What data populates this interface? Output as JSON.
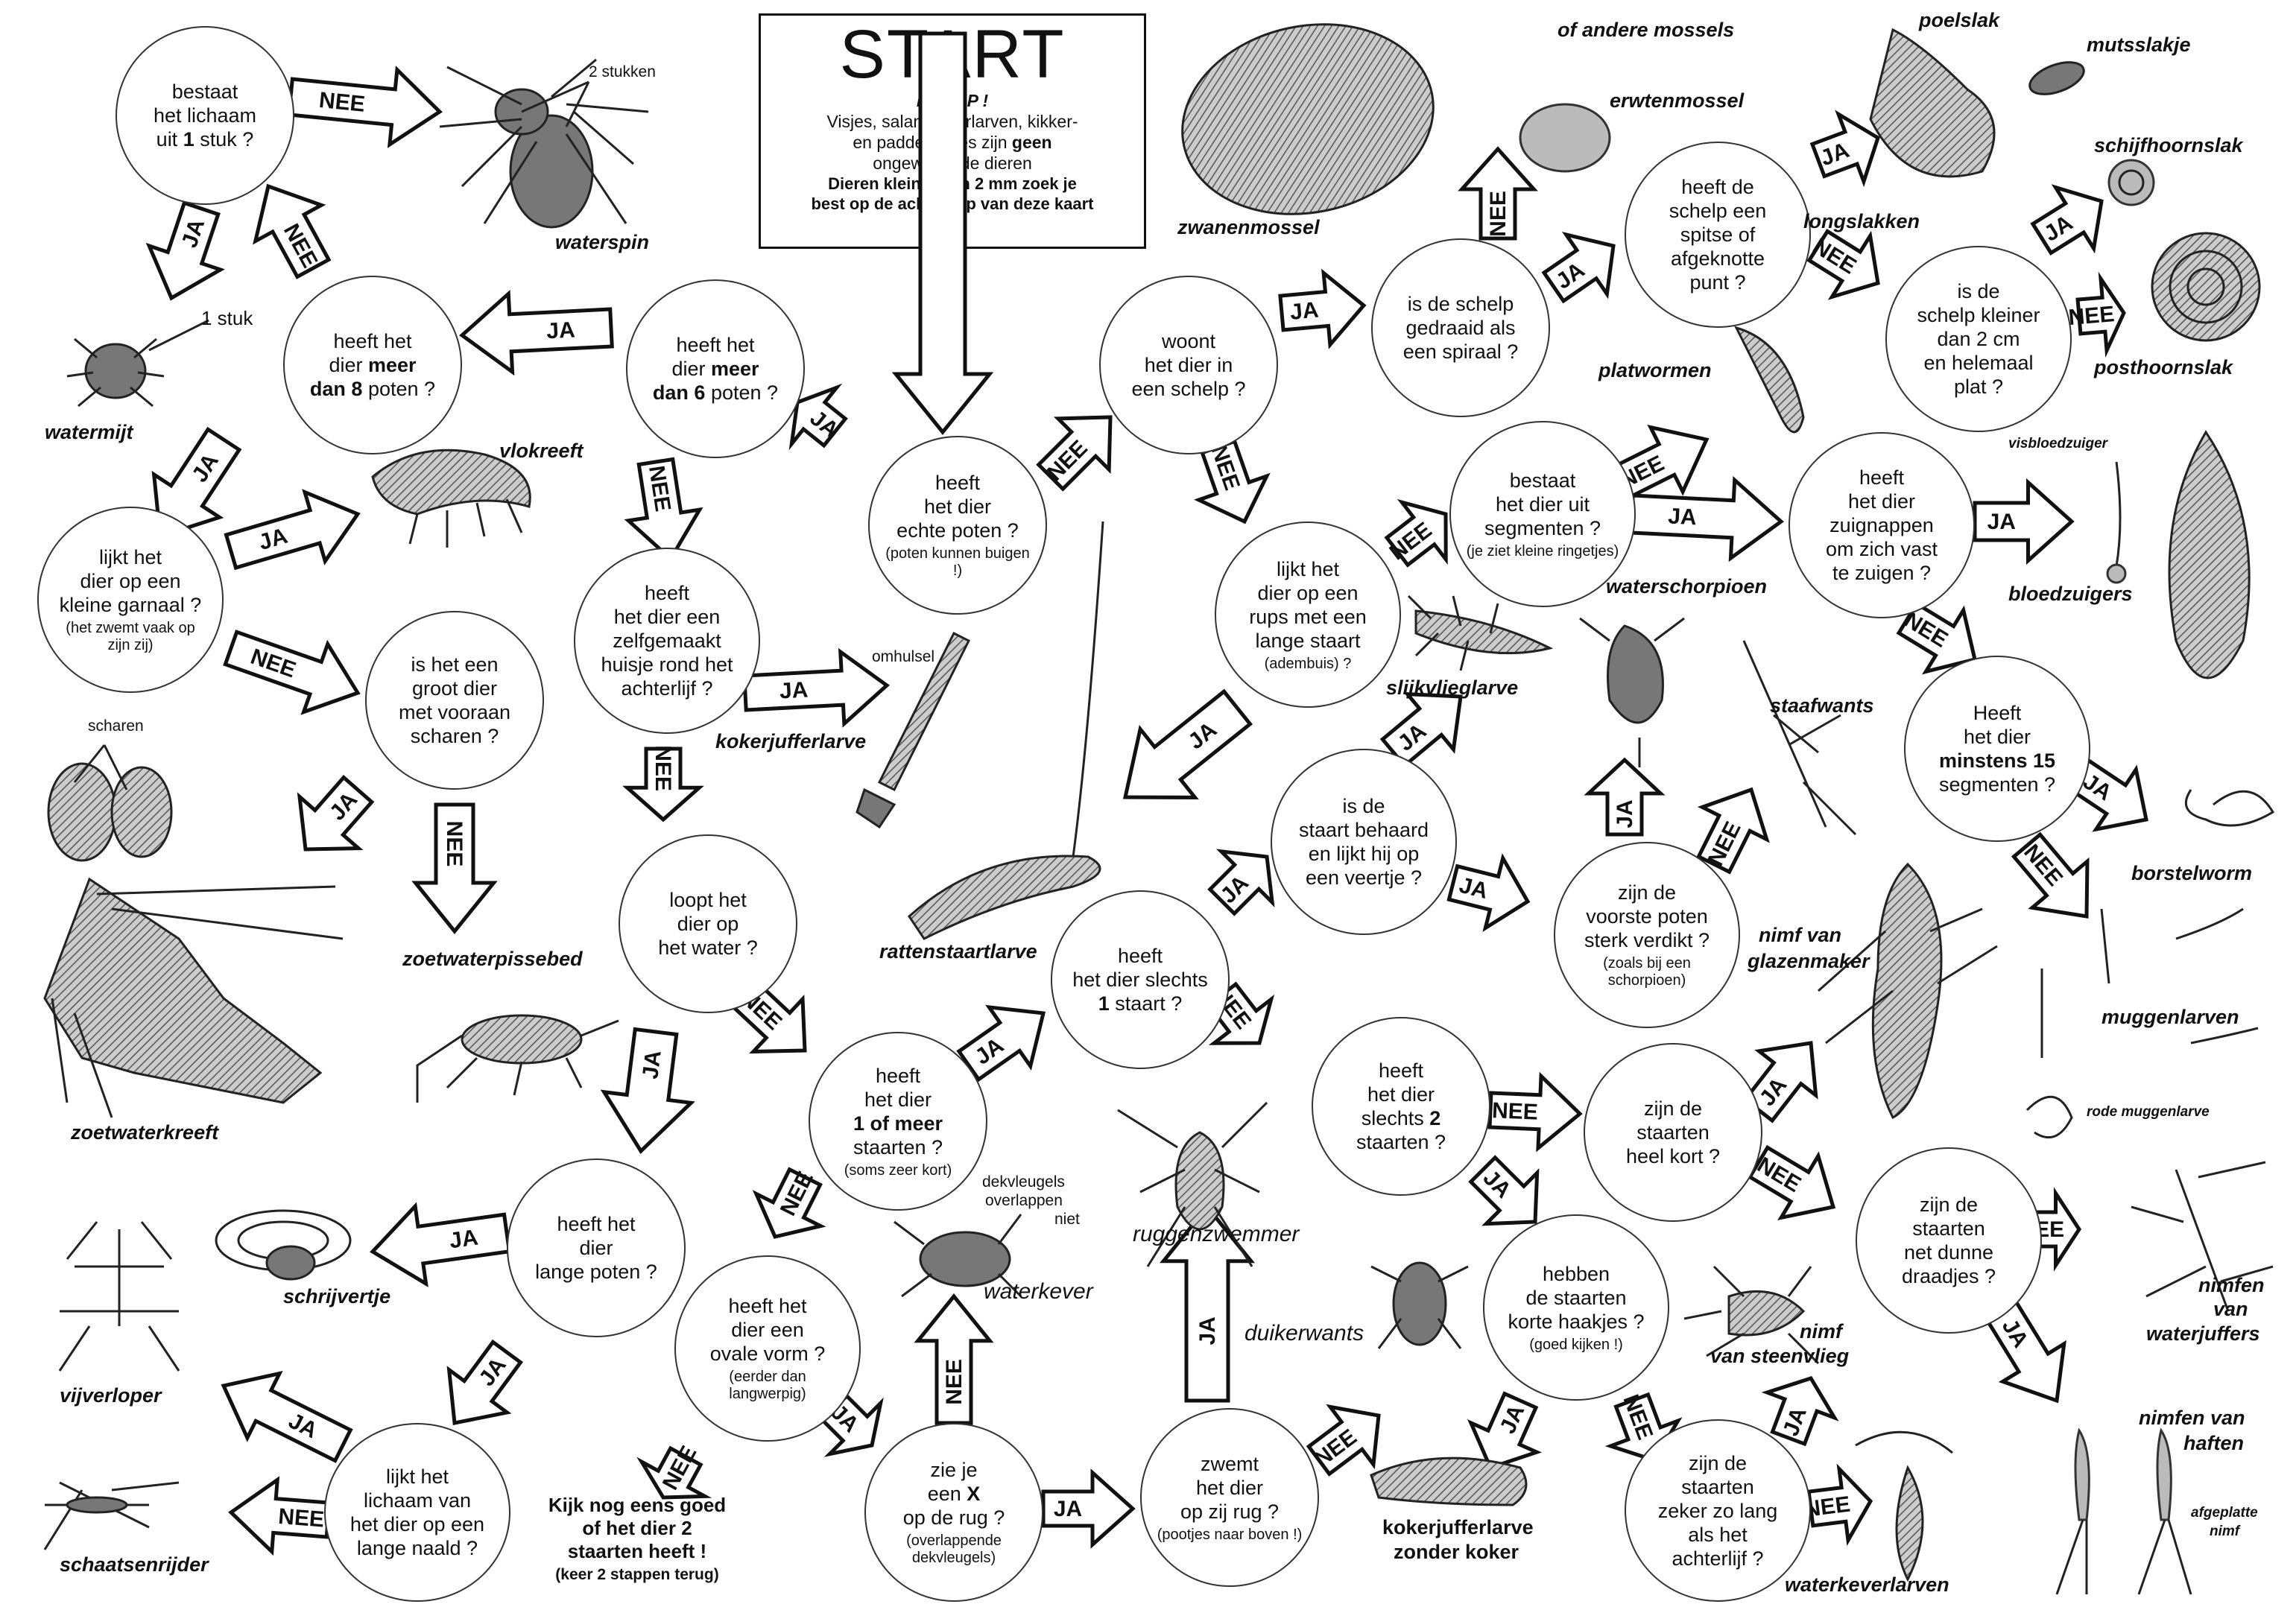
{
  "start": {
    "title": "START",
    "warning": "LET OP !",
    "line1": "Visjes, salamanderlarven, kikker-",
    "line2": "en paddenvisjes zijn",
    "line2_bold": "geen",
    "line3": "ongewervelde dieren",
    "line4": "Dieren kleiner dan 2 mm zoek je",
    "line5": "best op de achterflap van deze kaart"
  },
  "questions": {
    "echte_poten": {
      "a": "heeft",
      "b": "het dier",
      "c": "echte poten ?",
      "sub": "(poten kunnen buigen !)"
    },
    "meer_6": {
      "a": "heeft het",
      "b": "dier",
      "bold": "meer",
      "c": "dan 6",
      "d": "poten ?"
    },
    "meer_8": {
      "a": "heeft het",
      "b": "dier",
      "bold": "meer",
      "c": "dan 8",
      "d": "poten ?"
    },
    "een_stuk": {
      "a": "bestaat",
      "b": "het lichaam",
      "c": "uit",
      "bold": "1",
      "d": "stuk ?"
    },
    "garnaal": {
      "a": "lijkt het",
      "b": "dier op een",
      "c": "kleine garnaal ?",
      "sub": "(het zwemt vaak op zijn zij)"
    },
    "scharen": {
      "a": "is het een",
      "b": "groot dier",
      "c": "met vooraan",
      "d": "scharen ?"
    },
    "huisje": {
      "a": "heeft",
      "b": "het dier een",
      "c": "zelfgemaakt",
      "d": "huisje rond het",
      "e": "achterlijf ?"
    },
    "water": {
      "a": "loopt het",
      "b": "dier op",
      "c": "het water ?"
    },
    "lange_poten": {
      "a": "heeft het",
      "b": "dier",
      "c": "lange poten ?"
    },
    "naald": {
      "a": "lijkt het",
      "b": "lichaam van",
      "c": "het dier op een",
      "d": "lange naald ?"
    },
    "staarten": {
      "a": "heeft",
      "b": "het dier",
      "bold": "1 of meer",
      "c": "staarten ?",
      "sub": "(soms zeer kort)"
    },
    "ovaal": {
      "a": "heeft het",
      "b": "dier een",
      "c": "ovale vorm ?",
      "sub": "(eerder dan langwerpig)"
    },
    "x": {
      "a": "zie je",
      "b": "een",
      "bold": "X",
      "c": "op de rug ?",
      "sub": "(overlappende dekvleugels)"
    },
    "zij_rug": {
      "a": "zwemt",
      "b": "het dier",
      "c": "op zij rug ?",
      "sub": "(pootjes naar boven !)"
    },
    "een_staart": {
      "a": "heeft",
      "b": "het dier slechts",
      "bold": "1",
      "c": "staart ?"
    },
    "schelp": {
      "a": "woont",
      "b": "het dier in",
      "c": "een schelp ?"
    },
    "rups": {
      "a": "lijkt het",
      "b": "dier op een",
      "c": "rups met een",
      "d": "lange staart",
      "sub": "(adembuis) ?"
    },
    "veertje": {
      "a": "is de",
      "b": "staart behaard",
      "c": "en lijkt hij op",
      "d": "een veertje ?"
    },
    "voorste_poten": {
      "a": "zijn de",
      "b": "voorste poten",
      "c": "sterk verdikt ?",
      "sub": "(zoals bij een schorpioen)"
    },
    "twee_staarten": {
      "a": "heeft",
      "b": "het dier",
      "c": "slechts",
      "bold": "2",
      "d": "staarten ?"
    },
    "haakjes": {
      "a": "hebben",
      "b": "de staarten",
      "c": "korte haakjes ?",
      "sub": "(goed kijken !)"
    },
    "zo_lang": {
      "a": "zijn de",
      "b": "staarten",
      "c": "zeker zo lang",
      "d": "als het",
      "e": "achterlijf ?"
    },
    "heel_kort": {
      "a": "zijn de",
      "b": "staarten",
      "c": "heel kort ?"
    },
    "dunne": {
      "a": "zijn de",
      "b": "staarten",
      "c": "net dunne",
      "d": "draadjes ?"
    },
    "spiraal": {
      "a": "is de schelp",
      "b": "gedraaid als",
      "c": "een spiraal ?"
    },
    "spitse": {
      "a": "heeft de",
      "b": "schelp een",
      "c": "spitse of",
      "d": "afgeknotte",
      "e": "punt ?"
    },
    "kleiner_2cm": {
      "a": "is de",
      "b": "schelp kleiner",
      "c": "dan 2 cm",
      "d": "en helemaal",
      "e": "plat ?"
    },
    "segmenten": {
      "a": "bestaat",
      "b": "het dier uit",
      "c": "segmenten ?",
      "sub": "(je ziet kleine ringetjes)"
    },
    "zuignappen": {
      "a": "heeft",
      "b": "het dier",
      "c": "zuignappen",
      "d": "om zich vast",
      "e": "te zuigen ?"
    },
    "vijftien": {
      "a": "Heeft",
      "b": "het dier",
      "bold": "minstens 15",
      "c": "segmenten ?"
    }
  },
  "final": {
    "line1": "Kijk nog eens goed",
    "line2": "of het dier 2",
    "line3": "staarten heeft !",
    "sub": "(keer 2 stappen terug)"
  },
  "labels": {
    "waterspin": "waterspin",
    "watermijt": "watermijt",
    "vlokreeft": "vlokreeft",
    "zoetwaterkreeft": "zoetwaterkreeft",
    "zoetwaterpissebed": "zoetwaterpissebed",
    "kokerjufferlarve": "kokerjufferlarve",
    "rattenstaartlarve": "rattenstaartlarve",
    "schrijvertje": "schrijvertje",
    "vijverloper": "vijverloper",
    "schaatsenrijder": "schaatsenrijder",
    "waterkever": "waterkever",
    "ruggenzwemmer": "ruggenzwemmer",
    "duikerwants": "duikerwants",
    "kokerjufferlarve_zonder_1": "kokerjufferlarve",
    "kokerjufferlarve_zonder_2": "zonder koker",
    "zwanenmossel": "zwanenmossel",
    "andere_mossels": "of andere mossels",
    "erwtenmossel": "erwtenmossel",
    "poelslak": "poelslak",
    "mutsslakje": "mutsslakje",
    "schijfhoornslak": "schijfhoornslak",
    "longslakken": "longslakken",
    "posthoornslak": "posthoornslak",
    "platwormen": "platwormen",
    "visbloedzuiger": "visbloedzuiger",
    "bloedzuigers": "bloedzuigers",
    "waterschorpioen": "waterschorpioen",
    "slijkvlieglarve": "slijkvlieglarve",
    "staafwants": "staafwants",
    "borstelworm": "borstelworm",
    "nimf_glazenmaker_1": "nimf van",
    "nimf_glazenmaker_2": "glazenmaker",
    "muggenlarven": "muggenlarven",
    "rode_muggenlarve": "rode muggenlarve",
    "nimf_steenvlieg_1": "nimf",
    "nimf_steenvlieg_2": "van steenvlieg",
    "nimfen_waterjuffers_1": "nimfen",
    "nimfen_waterjuffers_2": "van",
    "nimfen_waterjuffers_3": "waterjuffers",
    "nimfen_haften_1": "nimfen van",
    "nimfen_haften_2": "haften",
    "afgeplatte_1": "afgeplatte",
    "afgeplatte_2": "nimf",
    "waterkeverlarven": "waterkeverlarven"
  },
  "notes": {
    "stukken": "2 stukken",
    "stuk": "1 stuk",
    "omhulsel": "omhulsel",
    "scharen": "scharen",
    "dekvleugels_1": "dekvleugels",
    "dekvleugels_2": "overlappen",
    "dekvleugels_3": "niet"
  },
  "arrow_labels": {
    "yes": "JA",
    "no": "NEE"
  }
}
